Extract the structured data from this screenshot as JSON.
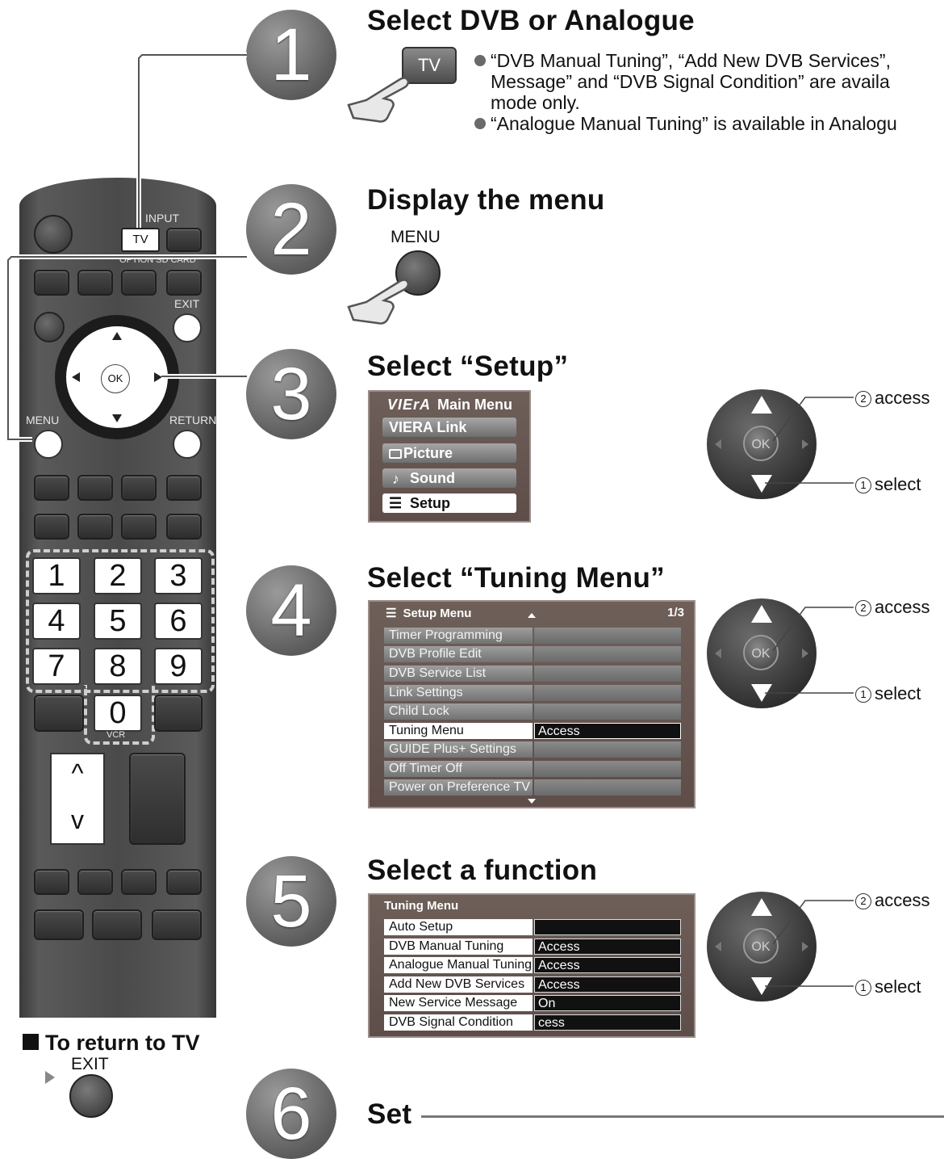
{
  "steps": [
    {
      "number": "1",
      "heading": "Select DVB or Analogue"
    },
    {
      "number": "2",
      "heading": "Display the menu"
    },
    {
      "number": "3",
      "heading": "Select “Setup”"
    },
    {
      "number": "4",
      "heading": "Select “Tuning Menu”"
    },
    {
      "number": "5",
      "heading": "Select a function"
    },
    {
      "number": "6",
      "heading": "Set"
    }
  ],
  "step1": {
    "tv_button": "TV",
    "notes": [
      "“DVB Manual Tuning”, “Add New DVB Services”,",
      "Message” and “DVB Signal Condition” are availa",
      "mode only.",
      "“Analogue Manual Tuning” is available in Analogu"
    ]
  },
  "step2": {
    "menu_label": "MENU"
  },
  "main_menu": {
    "logo": "VIErA",
    "title": "Main Menu",
    "items": [
      "VIERA Link",
      "Picture",
      "Sound",
      "Setup"
    ],
    "selected": "Setup"
  },
  "setup_menu": {
    "title": "Setup Menu",
    "page": "1/3",
    "items": [
      {
        "label": "Timer Programming",
        "value": ""
      },
      {
        "label": "DVB Profile Edit",
        "value": ""
      },
      {
        "label": "DVB Service List",
        "value": ""
      },
      {
        "label": "Link Settings",
        "value": ""
      },
      {
        "label": "Child Lock",
        "value": ""
      },
      {
        "label": "Tuning Menu",
        "value": "Access"
      },
      {
        "label": "GUIDE Plus+ Settings",
        "value": ""
      },
      {
        "label": "Off Timer Off",
        "value": ""
      },
      {
        "label": "Power on Preference TV",
        "value": ""
      }
    ],
    "selected": "Tuning Menu"
  },
  "tuning_menu": {
    "title": "Tuning Menu",
    "items": [
      {
        "label": "Auto Setup",
        "value": ""
      },
      {
        "label": "DVB Manual Tuning",
        "value": "Access"
      },
      {
        "label": "Analogue Manual Tuning",
        "value": "Access"
      },
      {
        "label": "Add New DVB Services",
        "value": "Access"
      },
      {
        "label": "New Service Message",
        "value": "On"
      },
      {
        "label": "DVB Signal Condition",
        "value": "cess"
      }
    ]
  },
  "nav_pad": {
    "ok": "OK",
    "access": "access",
    "select": "select",
    "access_num": "2",
    "select_num": "1"
  },
  "remote": {
    "labels": {
      "input": "INPUT",
      "tv": "TV",
      "option": "OPTION",
      "sd_card": "SD CARD",
      "exit": "EXIT",
      "ok": "OK",
      "menu": "MENU",
      "return": "RETURN",
      "vcr": "VCR"
    },
    "number_keys": [
      "1",
      "2",
      "3",
      "4",
      "5",
      "6",
      "7",
      "8",
      "9",
      "0"
    ],
    "channel_up": "^",
    "channel_down": "v"
  },
  "return_to_tv": {
    "title": "To return to TV",
    "exit_label": "EXIT"
  }
}
